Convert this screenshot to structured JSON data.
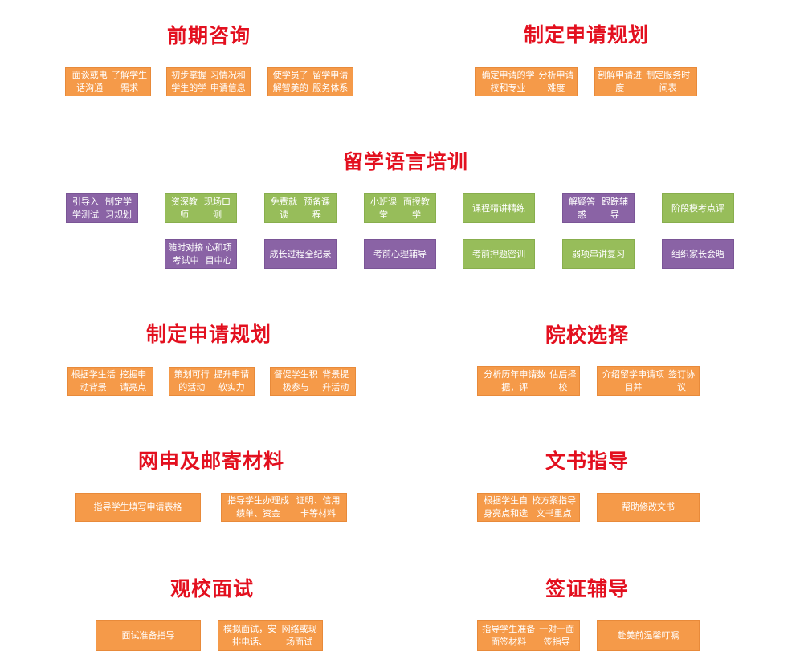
{
  "colors": {
    "title": "#e3101f",
    "orange": "#f59a49",
    "green": "#97bd5a",
    "purple": "#8a63a5"
  },
  "sections": {
    "consult": {
      "title": "前期咨询",
      "items": [
        [
          "面谈或电话沟通",
          "了解学生需求"
        ],
        [
          "初步掌握学生的学",
          "习情况和申请信息"
        ],
        [
          "使学员了解智美的",
          "留学申请服务体系"
        ]
      ]
    },
    "plan1": {
      "title": "制定申请规划",
      "items": [
        [
          "确定申请的学校和专业",
          "分析申请难度"
        ],
        [
          "剖解申请进度",
          "制定服务时间表"
        ]
      ]
    },
    "lang": {
      "title": "留学语言培训",
      "row1": [
        [
          "引导入学测试",
          "制定学习规划"
        ],
        [
          "资深教师",
          "现场口测"
        ],
        [
          "免费就读",
          "预备课程"
        ],
        [
          "小班课堂",
          "面授教学"
        ],
        [
          "课程精讲精练"
        ],
        [
          "解疑答惑",
          "跟踪辅导"
        ],
        [
          "阶段模考点评"
        ]
      ],
      "row2": [
        [
          "随时对接考试中",
          "心和项目中心"
        ],
        [
          "成长过程全纪录"
        ],
        [
          "考前心理辅导"
        ],
        [
          "考前押题密训"
        ],
        [
          "弱项串讲复习"
        ],
        [
          "组织家长会晤"
        ]
      ]
    },
    "plan2": {
      "title": "制定申请规划",
      "items": [
        [
          "根据学生活动背景",
          "挖掘申请亮点"
        ],
        [
          "策划可行的活动",
          "提升申请软实力"
        ],
        [
          "督促学生积极参与",
          "背景提升活动"
        ]
      ]
    },
    "school": {
      "title": "院校选择",
      "items": [
        [
          "分析历年申请数据，评",
          "估后择校"
        ],
        [
          "介绍留学申请项目并",
          "签订协议"
        ]
      ]
    },
    "online": {
      "title": "网申及邮寄材料",
      "items": [
        [
          "指导学生填写",
          "申请表格"
        ],
        [
          "指导学生办理成绩单、资金",
          "证明、信用卡等材料"
        ]
      ]
    },
    "essay": {
      "title": "文书指导",
      "items": [
        [
          "根据学生自身亮点和选",
          "校方案指导文书重点"
        ],
        [
          "帮助修改文书"
        ]
      ]
    },
    "interview": {
      "title": "观校面试",
      "items": [
        [
          "面试准备指导"
        ],
        [
          "模拟面试，安排电话、",
          "网络或现场面试"
        ]
      ]
    },
    "visa": {
      "title": "签证辅导",
      "items": [
        [
          "指导学生准备面签材料",
          "一对一面签指导"
        ],
        [
          "赴美前温馨叮嘱"
        ]
      ]
    }
  }
}
